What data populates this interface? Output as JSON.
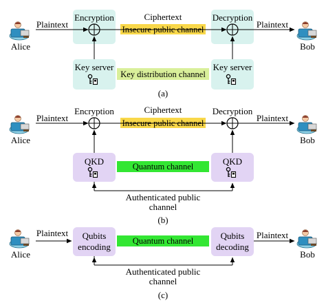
{
  "labels": {
    "alice": "Alice",
    "bob": "Bob",
    "plaintext": "Plaintext",
    "encryption": "Encryption",
    "decryption": "Decryption",
    "ciphertext": "Ciphertext",
    "insecure_channel": "Insecure public channel",
    "key_server": "Key server",
    "key_distribution_channel": "Key distribution channel",
    "qkd": "QKD",
    "quantum_channel": "Quantum channel",
    "auth_channel_line1": "Authenticated public",
    "auth_channel_line2": "channel",
    "qubits_encoding_line1": "Qubits",
    "qubits_encoding_line2": "encoding",
    "qubits_decoding_line1": "Qubits",
    "qubits_decoding_line2": "decoding"
  },
  "captions": {
    "a": "(a)",
    "b": "(b)",
    "c": "(c)"
  },
  "colors": {
    "insecure_channel": "#f9d84a",
    "key_distribution_channel": "#d9ef9a",
    "quantum_channel": "#33e633",
    "key_server_box": "#d8f2ee",
    "qkd_box": "#e2d4f4",
    "line": "#000000"
  }
}
